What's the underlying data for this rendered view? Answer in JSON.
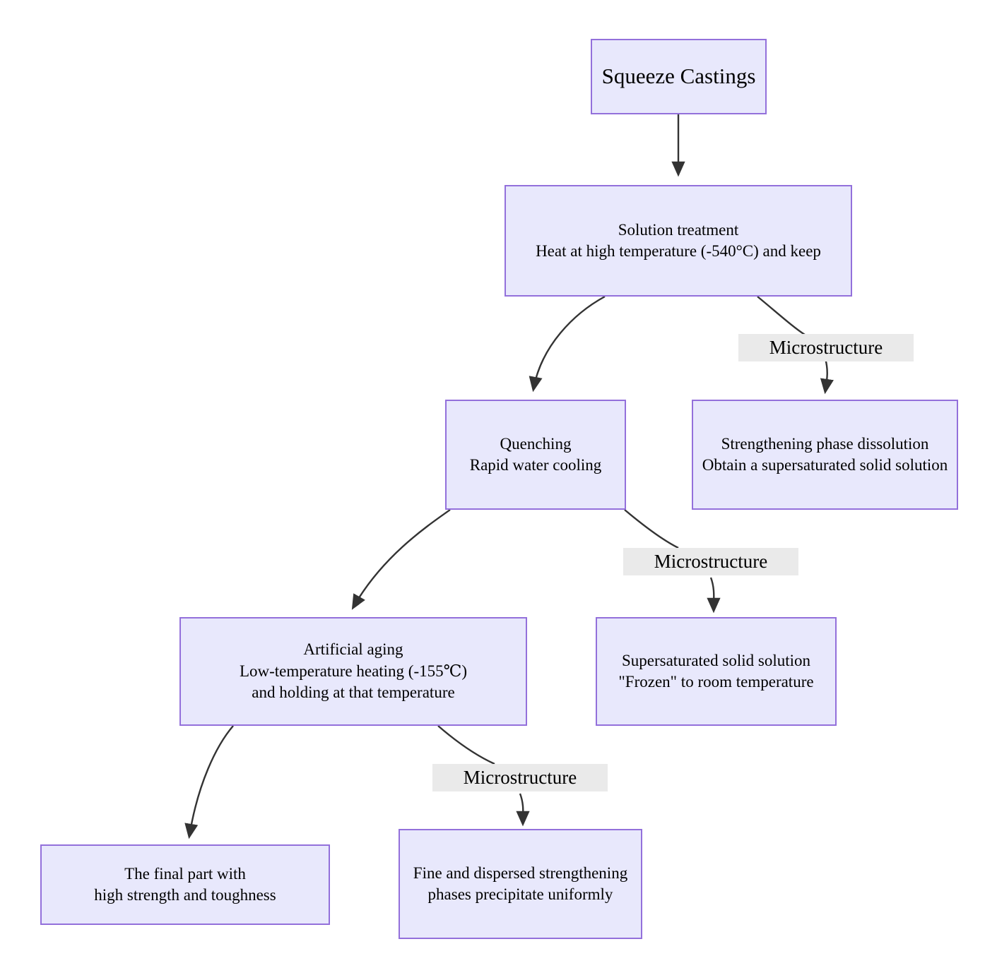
{
  "diagram": {
    "title": "Squeeze Castings heat treatment process flowchart",
    "colors": {
      "node_fill": "#e8e8fc",
      "node_border": "#9370db",
      "edge_stroke": "#333333",
      "edge_label_bg": "#eaeaea",
      "text": "#000000",
      "background": "#ffffff"
    },
    "nodes": [
      {
        "id": "squeeze-castings",
        "label": "Squeeze Castings"
      },
      {
        "id": "solution-treatment",
        "label": "Solution treatment\nHeat at high temperature (-540°C) and keep"
      },
      {
        "id": "quenching",
        "label": "Quenching\nRapid water cooling"
      },
      {
        "id": "strengthening-phase-dissolution",
        "label": "Strengthening phase dissolution\nObtain a supersaturated solid solution"
      },
      {
        "id": "artificial-aging",
        "label": "Artificial aging\nLow-temperature heating (-155℃)\nand holding at that temperature"
      },
      {
        "id": "supersaturated-solid-solution",
        "label": "Supersaturated solid solution\n\"Frozen\" to room temperature"
      },
      {
        "id": "final-part",
        "label": "The final part with\nhigh strength and toughness"
      },
      {
        "id": "fine-dispersed-phases",
        "label": "Fine and dispersed strengthening\nphases precipitate uniformly"
      }
    ],
    "edge_labels": [
      {
        "id": "microstructure-1",
        "label": "Microstructure"
      },
      {
        "id": "microstructure-2",
        "label": "Microstructure"
      },
      {
        "id": "microstructure-3",
        "label": "Microstructure"
      }
    ]
  }
}
